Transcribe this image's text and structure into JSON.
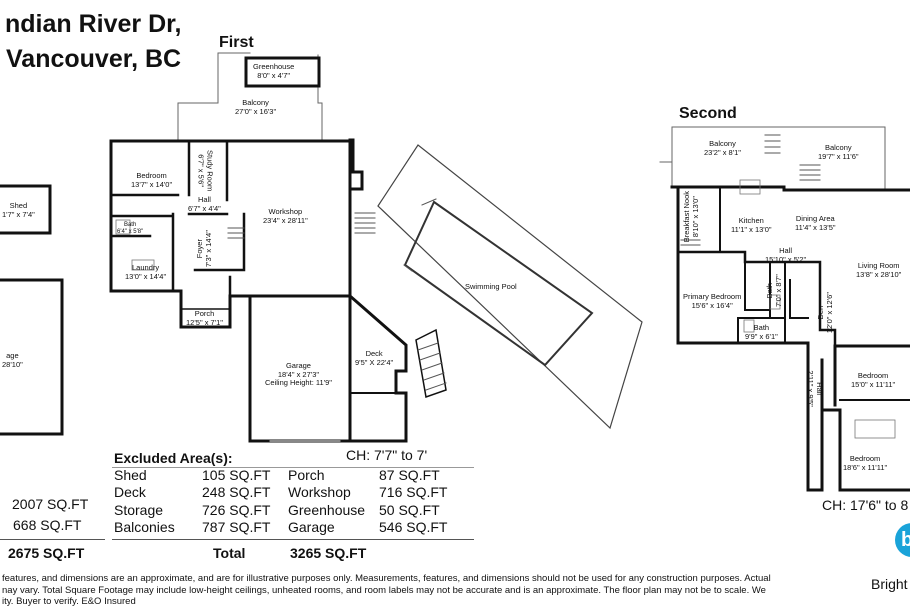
{
  "header": {
    "address_line1": "ndian River Dr,",
    "address_line2": "Vancouver, BC"
  },
  "floors": {
    "first": "First",
    "second": "Second"
  },
  "rooms_left": {
    "shed": {
      "name": "Shed",
      "dim": "1'7\" x 7'4\""
    },
    "garage_frag": {
      "name": "age",
      "dim": "28'10\""
    }
  },
  "rooms_first": {
    "greenhouse": {
      "name": "Greenhouse",
      "dim": "8'0\" x 4'7\""
    },
    "balcony": {
      "name": "Balcony",
      "dim": "27'0\" x 16'3\""
    },
    "bedroom": {
      "name": "Bedroom",
      "dim": "13'7\" x 14'0\""
    },
    "study": {
      "name": "Study Room",
      "dim": "6'7\" x 5'6\""
    },
    "hall": {
      "name": "Hall",
      "dim": "6'7\" x 4'4\""
    },
    "bath": {
      "name": "Bath",
      "dim": "6'4\" x 5'8\""
    },
    "foyer": {
      "name": "Foyer",
      "dim": "7'3\" x 14'4\""
    },
    "laundry": {
      "name": "Laundry",
      "dim": "13'0\" x 14'4\""
    },
    "workshop": {
      "name": "Workshop",
      "dim": "23'4\" x 28'11\""
    },
    "porch": {
      "name": "Porch",
      "dim": "12'5\" x 7'1\""
    },
    "garage": {
      "name": "Garage",
      "dim": "18'4\" x 27'3\"",
      "ceiling": "Ceiling Height: 11'9\""
    },
    "deck": {
      "name": "Deck",
      "dim": "9'5\" X 22'4\""
    },
    "pool": {
      "name": "Swimming Pool"
    }
  },
  "rooms_second": {
    "balcony_a": {
      "name": "Balcony",
      "dim": "23'2\" x 8'1\""
    },
    "balcony_b": {
      "name": "Balcony",
      "dim": "19'7\" x 11'6\""
    },
    "breakfast": {
      "name": "Breakfast Nook",
      "dim": "8'10\" x 13'0\""
    },
    "kitchen": {
      "name": "Kitchen",
      "dim": "11'1\" x 13'0\""
    },
    "dining": {
      "name": "Dining Area",
      "dim": "11'4\" x 13'5\""
    },
    "hall": {
      "name": "Hall",
      "dim": "15'10\" x 5'2\""
    },
    "living": {
      "name": "Living Room",
      "dim": "13'8\" x 28'10\""
    },
    "primary": {
      "name": "Primary Bedroom",
      "dim": "15'6\" x 16'4\""
    },
    "bath_a": {
      "name": "Bath",
      "dim": "7'0\" x 8'7\""
    },
    "bath_b": {
      "name": "Bath",
      "dim": "9'9\" x 6'1\""
    },
    "den": {
      "name": "Den",
      "dim": "12'0\" x 12'6\""
    },
    "hall_b": {
      "name": "Hall",
      "dim": "2'11\" x 9'5\""
    },
    "bedroom_a": {
      "name": "Bedroom",
      "dim": "15'0\" x 11'11\""
    },
    "bedroom_b": {
      "name": "Bedroom",
      "dim": "18'6\" x 11'11\""
    }
  },
  "ceiling_heights": {
    "first": "CH: 7'7\" to 7'",
    "second": "CH: 17'6\" to 8"
  },
  "summary": {
    "line1": "2007 SQ.FT",
    "line2": "668 SQ.FT",
    "total_left": "2675 SQ.FT",
    "total_label": "Total",
    "total_value": "3265 SQ.FT"
  },
  "excluded": {
    "heading": "Excluded Area(s):",
    "left": [
      {
        "name": "Shed",
        "value": "105 SQ.FT"
      },
      {
        "name": "Deck",
        "value": "248 SQ.FT"
      },
      {
        "name": "Storage",
        "value": "726 SQ.FT"
      },
      {
        "name": "Balconies",
        "value": "787 SQ.FT"
      }
    ],
    "right": [
      {
        "name": "Porch",
        "value": "87 SQ.FT"
      },
      {
        "name": "Workshop",
        "value": "716 SQ.FT"
      },
      {
        "name": "Greenhouse",
        "value": "50 SQ.FT"
      },
      {
        "name": "Garage",
        "value": "546 SQ.FT"
      }
    ]
  },
  "brand": {
    "name": "Bright",
    "logo_letter": "b",
    "color": "#1aa3d9"
  },
  "disclaimer": {
    "line1": "features, and dimensions are an approximate, and are for illustrative purposes only. Measurements, features, and dimensions should not be used for any construction purposes. Actual",
    "line2": "nay vary. Total Square Footage may include low-height ceilings, unheated rooms, and room labels may not be accurate and is an approximate. The floor plan may not be to scale. We",
    "line3": "ity. Buyer to verify. E&O Insured"
  }
}
